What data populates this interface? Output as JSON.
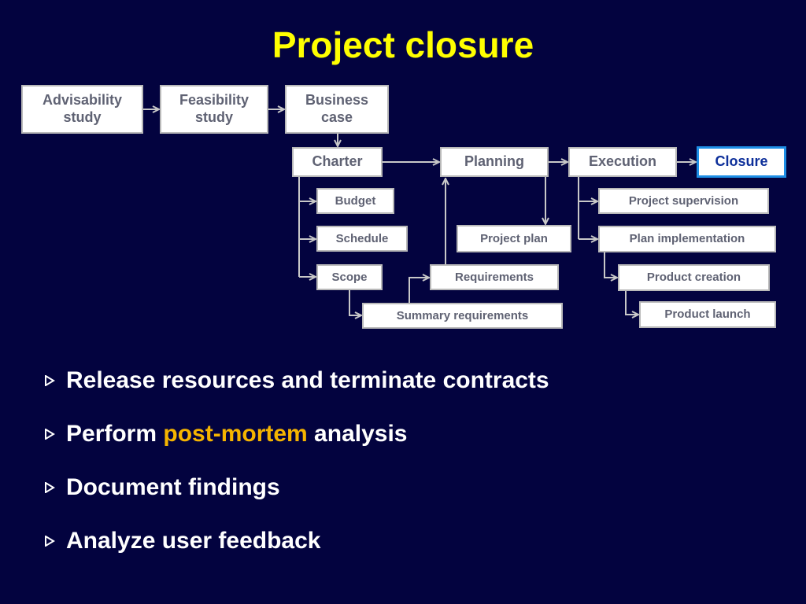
{
  "title": "Project closure",
  "diagram": {
    "pre_phase": [
      "Advisability study",
      "Feasibility study",
      "Business case"
    ],
    "phases": [
      "Charter",
      "Planning",
      "Execution",
      "Closure"
    ],
    "charter_outputs": [
      "Budget",
      "Schedule",
      "Scope"
    ],
    "summary": "Summary requirements",
    "requirements": "Requirements",
    "project_plan": "Project plan",
    "execution_tasks": [
      "Project supervision",
      "Plan implementation"
    ],
    "implementation_tasks": [
      "Product creation",
      "Product launch"
    ]
  },
  "bullets": [
    {
      "text": "Release resources and terminate contracts"
    },
    {
      "before": "Perform ",
      "highlight": "post-mortem",
      "after": " analysis"
    },
    {
      "text": "Document findings"
    },
    {
      "text": "Analyze user feedback"
    }
  ],
  "colors": {
    "background": "#03033f",
    "title": "#ffff00",
    "highlight": "#f5b400",
    "box_text": "#5f6273",
    "closure_border": "#1e8fe6",
    "arrow": "#c8c8c8"
  }
}
